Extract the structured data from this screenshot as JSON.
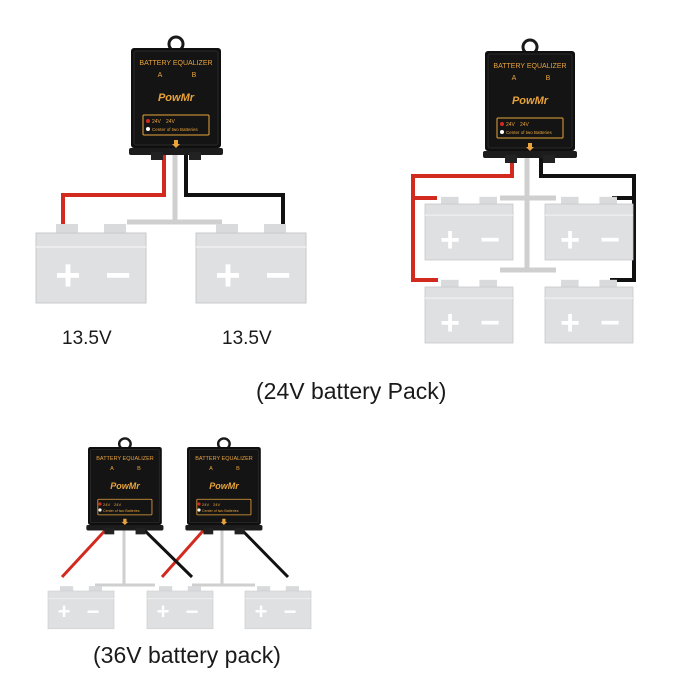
{
  "device": {
    "name": "BATTERY EQUALIZER",
    "terminal_a": "A",
    "terminal_b": "B",
    "brand": "PowMr",
    "option_24v": "24V",
    "option_24v_b": "24V",
    "center_note": "Center of two Batteries"
  },
  "diagram_1": {
    "voltage_left": "13.5V",
    "voltage_right": "13.5V"
  },
  "caption_24v": "(24V battery Pack)",
  "caption_36v": "(36V battery pack)",
  "battery_symbols": {
    "plus": "+",
    "minus": "−"
  },
  "colors": {
    "device_body": "#111111",
    "device_accent": "#e8a33d",
    "battery_fill": "#dfe0e2",
    "wire_positive": "#d32a1f",
    "wire_negative": "#111111",
    "wire_center": "#c9c9c9"
  }
}
